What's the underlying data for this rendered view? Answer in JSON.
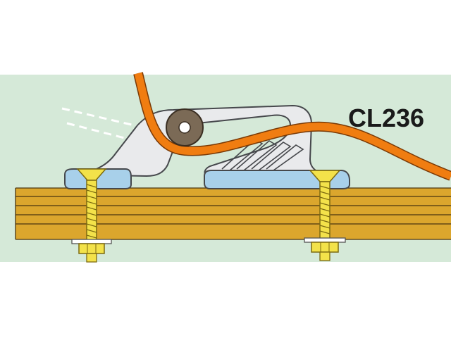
{
  "diagram": {
    "model_label": "CL236",
    "colors": {
      "background_panel": "#d5e9d8",
      "rope": "#f07d11",
      "rope_outline": "#7a3a06",
      "cleat_body": "#e9eaec",
      "cleat_outline": "#46484c",
      "base_plate": "#a8d0ea",
      "wood_deck": "#dba62d",
      "wood_lines": "#4a3510",
      "screw": "#f3e24a",
      "screw_outline": "#7c6a10",
      "roller": "#7b6a56",
      "label_text": "#1a1a1a"
    },
    "icons": [
      "cam-cleat",
      "rope",
      "roller",
      "countersunk-screw",
      "nut",
      "washer",
      "wood-deck"
    ]
  }
}
